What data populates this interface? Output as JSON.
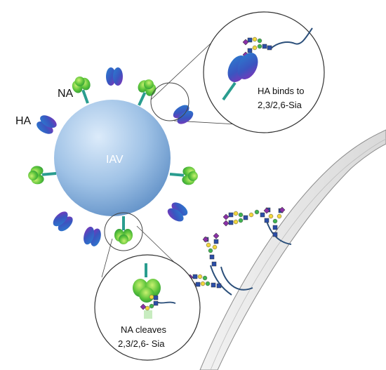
{
  "labels": {
    "na": "NA",
    "ha": "HA",
    "iav": "IAV",
    "ha_callout_line1": "HA binds to",
    "ha_callout_line2": "2,3/2,6-Sia",
    "na_callout_line1": "NA cleaves",
    "na_callout_line2": "2,3/2,6- Sia"
  },
  "colors": {
    "virion": "#8fb6e0",
    "virion_highlight": "#d4e6f7",
    "ha_blue": "#2f6fc4",
    "ha_purple": "#7a2fb8",
    "na_green": "#5cc43a",
    "na_light": "#b6ea5a",
    "stalk": "#2a9d8f",
    "glycan_chain": "#2b4f7a",
    "membrane": "#e6e6e6"
  }
}
